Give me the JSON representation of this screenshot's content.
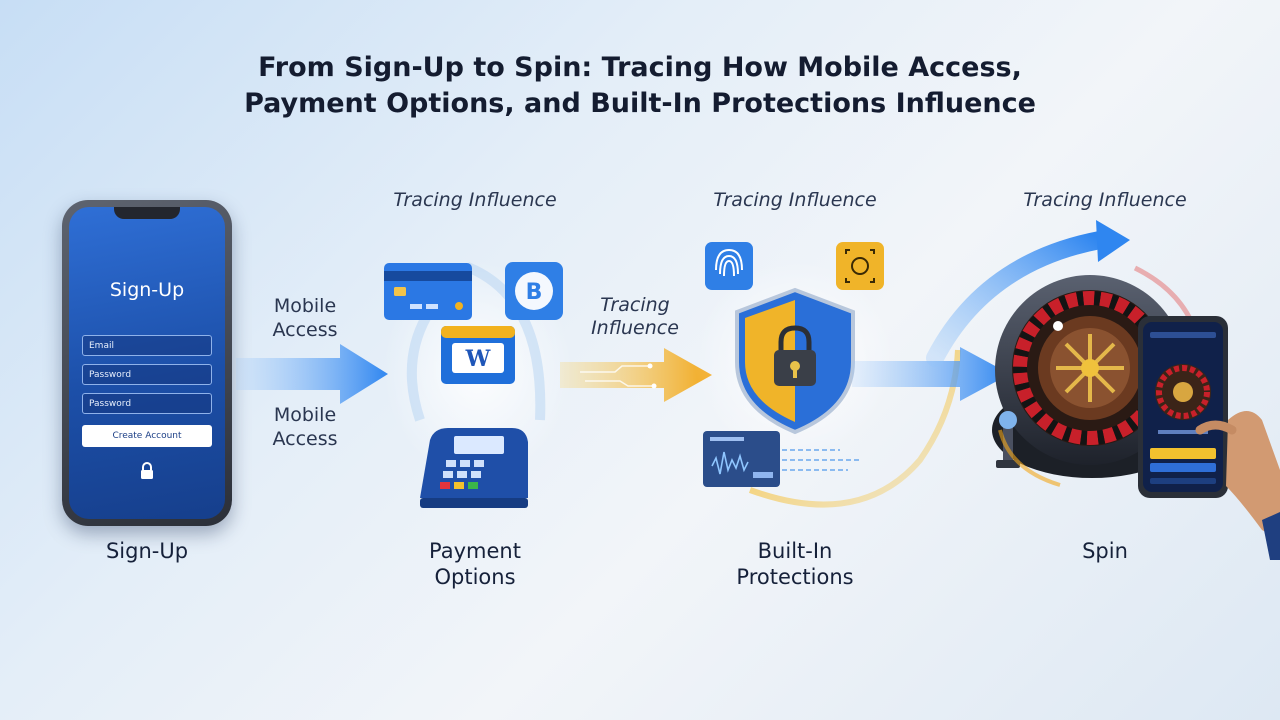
{
  "title": {
    "line1": "From Sign-Up to Spin: Tracing How Mobile Access,",
    "line2": "Payment Options, and Built-In Protections Influence"
  },
  "tracing_labels": [
    "Tracing Influence",
    "Tracing Influence",
    "Tracing Influence"
  ],
  "mid_tracing": {
    "line1": "Tracing",
    "line2": "Influence"
  },
  "mobile_access_top": {
    "line1": "Mobile",
    "line2": "Access"
  },
  "mobile_access_bottom": {
    "line1": "Mobile",
    "line2": "Access"
  },
  "phone": {
    "heading": "Sign-Up",
    "fields": [
      "Email",
      "Password",
      "Password"
    ],
    "button_label": "Create Account"
  },
  "stages": {
    "signup": "Sign-Up",
    "payment": {
      "line1": "Payment",
      "line2": "Options"
    },
    "protections": {
      "line1": "Built-In",
      "line2": "Protections"
    },
    "spin": "Spin"
  },
  "colors": {
    "blue_arrow": "#2f86f0",
    "gold_arrow": "#f2b21e",
    "shield_blue": "#2a6fd8",
    "shield_gold": "#f0b429",
    "roulette_red": "#c8202a"
  },
  "icons": [
    "credit-card-icon",
    "bitcoin-icon",
    "wallet-icon",
    "payment-terminal-icon",
    "fingerprint-icon",
    "face-id-icon",
    "shield-lock-icon",
    "security-card-icon",
    "roulette-wheel-icon",
    "mobile-casino-icon",
    "hand-icon"
  ]
}
